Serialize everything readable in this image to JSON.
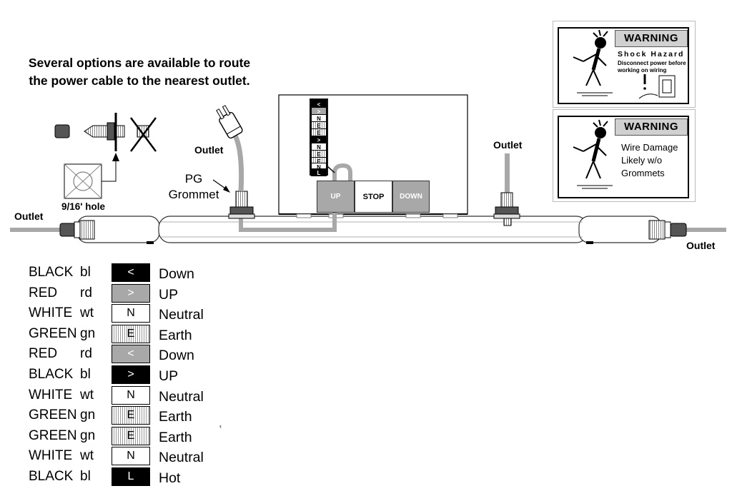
{
  "routing_note": "Several options are available to route the power cable to the nearest outlet.",
  "hole_label": "9/16' hole",
  "grommet_label_line1": "PG",
  "grommet_label_line2": "Grommet",
  "outlet_labels": {
    "far_left": "Outlet",
    "plug": "Outlet",
    "middle": "Outlet",
    "far_right": "Outlet"
  },
  "control_box": {
    "buttons": [
      "UP",
      "STOP",
      "DOWN"
    ],
    "terminal_labels": [
      "<",
      ">",
      "N",
      "E",
      "E",
      ">",
      "N",
      "E",
      "E",
      "N",
      "L"
    ]
  },
  "warning_signs": [
    {
      "heading": "WARNING",
      "title": "Shock Hazard",
      "body": "Disconnect power before working on wiring"
    },
    {
      "heading": "WARNING",
      "lines": [
        "Wire Damage",
        "Likely w/o",
        "Grommets"
      ]
    }
  ],
  "wiring_legend": [
    {
      "color": "BLACK",
      "abbr": "bl",
      "symbol": "<",
      "meaning": "Down",
      "box_fill": "#000000",
      "text_color": "#ffffff"
    },
    {
      "color": "RED",
      "abbr": "rd",
      "symbol": ">",
      "meaning": "UP",
      "box_fill": "#a8a8a8",
      "text_color": "#ffffff"
    },
    {
      "color": "WHITE",
      "abbr": "wt",
      "symbol": "N",
      "meaning": "Neutral",
      "box_fill": "#ffffff",
      "text_color": "#000000"
    },
    {
      "color": "GREEN",
      "abbr": "gn",
      "symbol": "E",
      "meaning": "Earth",
      "box_fill": "striped",
      "text_color": "#000000"
    },
    {
      "color": "RED",
      "abbr": "rd",
      "symbol": "<",
      "meaning": "Down",
      "box_fill": "#a8a8a8",
      "text_color": "#ffffff"
    },
    {
      "color": "BLACK",
      "abbr": "bl",
      "symbol": ">",
      "meaning": "UP",
      "box_fill": "#000000",
      "text_color": "#ffffff"
    },
    {
      "color": "WHITE",
      "abbr": "wt",
      "symbol": "N",
      "meaning": "Neutral",
      "box_fill": "#ffffff",
      "text_color": "#000000"
    },
    {
      "color": "GREEN",
      "abbr": "gn",
      "symbol": "E",
      "meaning": "Earth",
      "box_fill": "striped",
      "text_color": "#000000"
    },
    {
      "color": "GREEN",
      "abbr": "gn",
      "symbol": "E",
      "meaning": "Earth",
      "box_fill": "striped",
      "text_color": "#000000"
    },
    {
      "color": "WHITE",
      "abbr": "wt",
      "symbol": "N",
      "meaning": "Neutral",
      "box_fill": "#ffffff",
      "text_color": "#000000"
    },
    {
      "color": "BLACK",
      "abbr": "bl",
      "symbol": "L",
      "meaning": "Hot",
      "box_fill": "#000000",
      "text_color": "#ffffff"
    }
  ],
  "stray_mark": "‹",
  "colors": {
    "cable_gray": "#a8a8a8",
    "tube_outline": "#333333",
    "warning_header_bg": "#d0d0d0"
  }
}
